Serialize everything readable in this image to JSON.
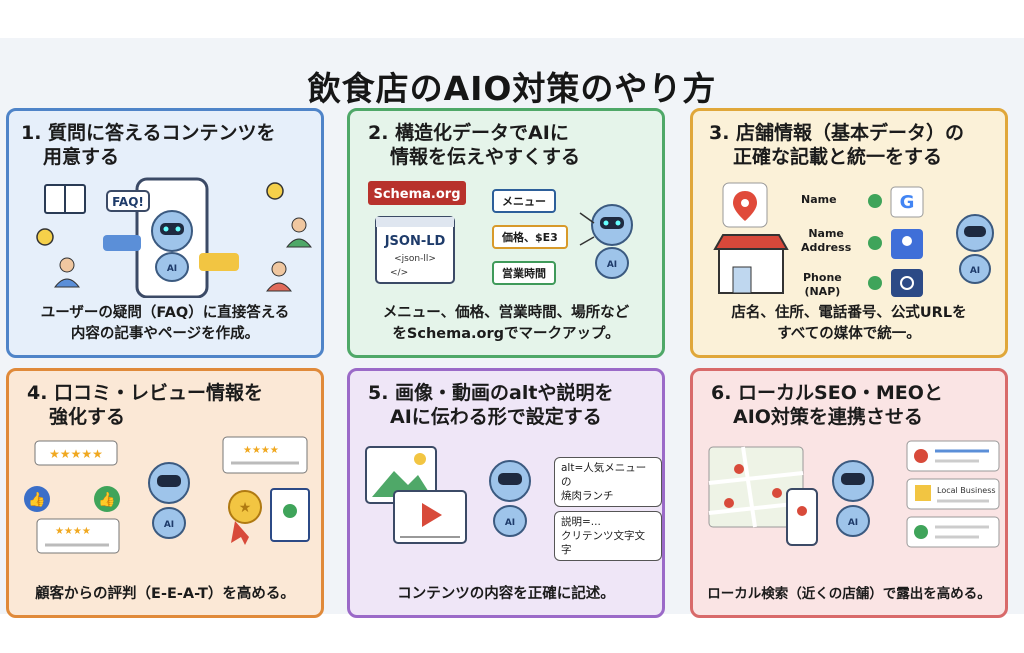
{
  "title": "飲食店のAIO対策のやり方",
  "cards": [
    {
      "title_l1": "1. 質問に答えるコンテンツを",
      "title_l2": "用意する",
      "desc_l1": "ユーザーの疑問（FAQ）に直接答える",
      "desc_l2": "内容の記事やページを作成。",
      "faq_label": "FAQ!",
      "robot_label": "AI"
    },
    {
      "title_l1": "2. 構造化データでAIに",
      "title_l2": "情報を伝えやすくする",
      "desc_l1": "メニュー、価格、営業時間、場所など",
      "desc_l2": "をSchema.orgでマークアップ。",
      "schema_label": "Schema.org",
      "jsonld_label": "JSON-LD",
      "jsonld_code": "<json-ll>",
      "jsonld_close": "</>",
      "tags": [
        "メニュー",
        "価格、$E3",
        "営業時間"
      ],
      "robot_label": "AI"
    },
    {
      "title_l1": "3. 店舗情報（基本データ）の",
      "title_l2": "正確な記載と統一をする",
      "desc_l1": "店名、住所、電話番号、公式URLを",
      "desc_l2": "すべての媒体で統一。",
      "nap": [
        "Name",
        "Name\nAddress",
        "Phone\n(NAP)"
      ],
      "robot_label": "AI"
    },
    {
      "title_l1": "4. 口コミ・レビュー情報を",
      "title_l2": "強化する",
      "desc_l1": "顧客からの評判（E-E-A-T）を高める。",
      "robot_label": "AI"
    },
    {
      "title_l1": "5. 画像・動画のaltや説明を",
      "title_l2": "AIに伝わる形で設定する",
      "desc_l1": "コンテンツの内容を正確に記述。",
      "alt_l1": "alt=人気メニューの",
      "alt_l2": "焼肉ランチ",
      "desc_tag_l1": "説明=...",
      "desc_tag_l2": "クリテンツ文字文字",
      "robot_label": "AI"
    },
    {
      "title_l1": "6. ローカルSEO・MEOと",
      "title_l2": "AIO対策を連携させる",
      "desc_l1": "ローカル検索（近くの店舗）で露出を高める。",
      "local_business": "Local Business",
      "robot_label": "AI"
    }
  ],
  "colors": {
    "blue": "#4f84c8",
    "green": "#4fa868",
    "yellow": "#e0a73a",
    "orange": "#e08a3a",
    "purple": "#9b6ac8",
    "red": "#d86a6a"
  }
}
